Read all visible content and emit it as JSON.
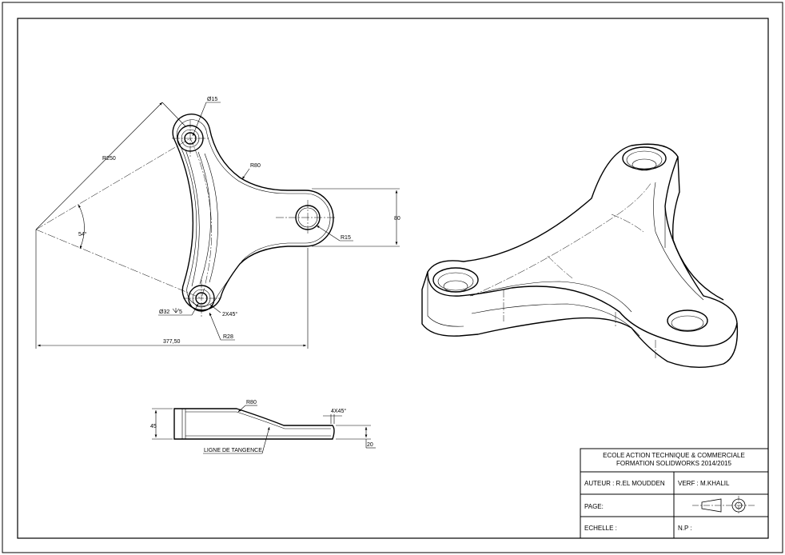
{
  "dimensions": {
    "diameter_hole": "Ø15",
    "radius_big": "R250",
    "radius_fillet_top": "R80",
    "height_80": "80",
    "radius_15": "R15",
    "angle": "54°",
    "counterbore": "Ø32",
    "counterbore_depth": "5",
    "chamfer_2": "2X45°",
    "radius_28": "R28",
    "length": "377,50",
    "side_radius": "R80",
    "side_chamfer": "4X45°",
    "side_height": "45",
    "side_thickness": "20",
    "tangent_line": "LIGNE DE TANGENCE"
  },
  "title_block": {
    "school": "ECOLE ACTION TECHNIQUE & COMMERCIALE",
    "course": "FORMATION  SOLIDWORKS 2014/2015",
    "author": "AUTEUR :  R.EL MOUDDEN",
    "verifier": "VERF : M.KHALIL",
    "page": "PAGE:",
    "scale": "ECHELLE :",
    "np": "N.P :"
  }
}
